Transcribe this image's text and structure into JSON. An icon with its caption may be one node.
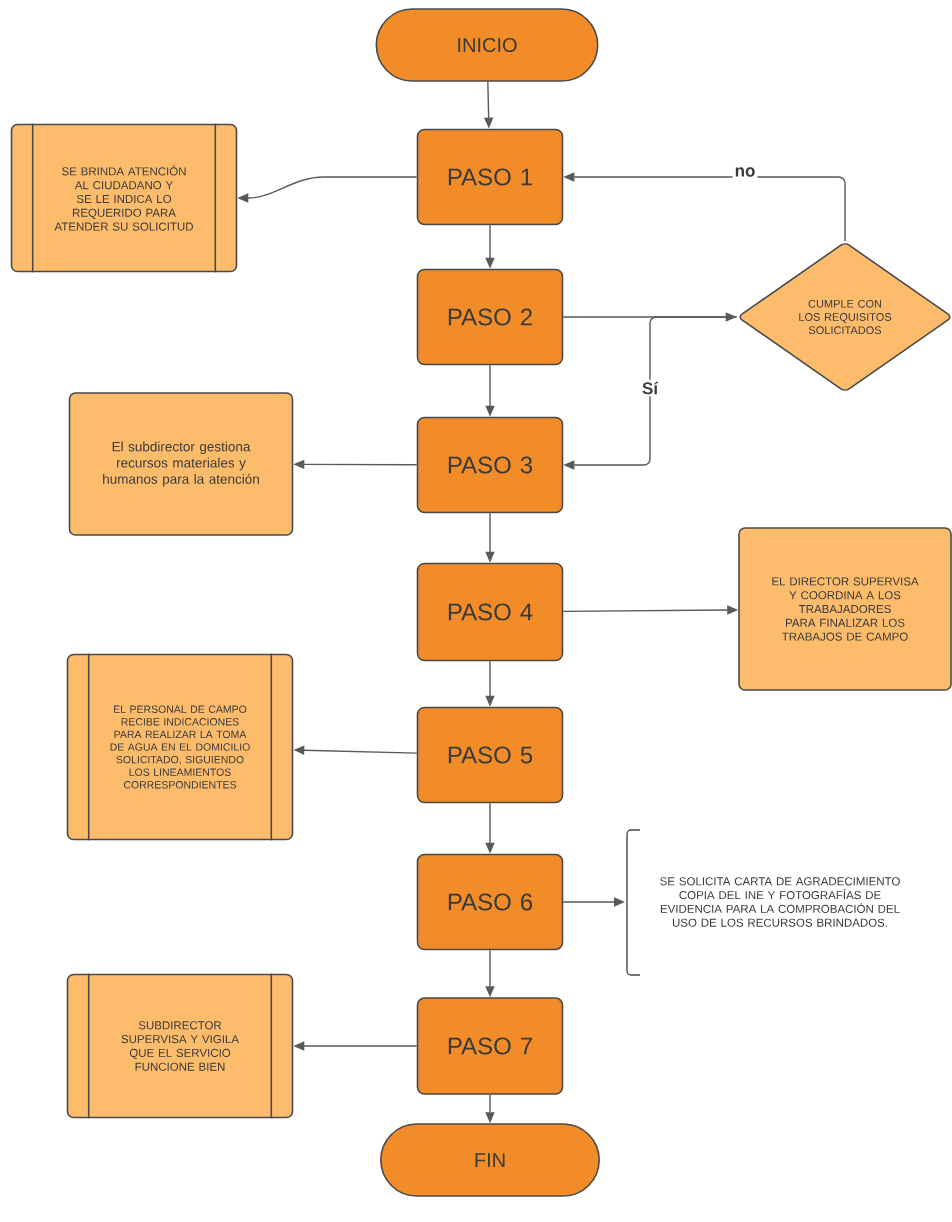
{
  "diagram": {
    "nodes": [
      {
        "text": [
          "INICIO"
        ]
      },
      {
        "text": [
          "SE BRINDA ATENCIÓN AL CIUDADANO Y SE LE INDICA LO REQUERIDO PARA ATENDER SU SOLICITUD"
        ]
      },
      {
        "text": [
          "PASO 1"
        ]
      },
      {
        "text": [
          "PASO 2"
        ]
      },
      {
        "text": [
          "CUMPLE CON LOS REQUISITOS SOLICITADOS"
        ]
      },
      {
        "text": [
          "El subdirector gestiona recursos materiales y humanos para la atención"
        ]
      },
      {
        "text": [
          "PASO 3"
        ]
      },
      {
        "text": [
          "PASO 4"
        ]
      },
      {
        "text": [
          "EL DIRECTOR SUPERVISA Y COORDINA A LOS TRABAJADORES PARA FINALIZAR LOS TRABAJOS DE CAMPO"
        ]
      },
      {
        "text": [
          "EL PERSONAL DE CAMPO RECIBE INDICACIONES PARA REALIZAR LA TOMA DE AGUA EN EL DOMICILIO SOLICITADO, SIGUIENDO LOS LINEAMIENTOS CORRESPONDIENTES"
        ]
      },
      {
        "text": [
          "PASO 5"
        ]
      },
      {
        "text": [
          "PASO 6"
        ]
      },
      {
        "text": [
          "SE SOLICITA CARTA DE AGRADECIMIENTO COPIA DEL INE Y FOTOGRAFÍAS DE EVIDENCIA PARA LA COMPROBACIÓN DEL USO DE LOS RECURSOS BRINDADOS."
        ]
      },
      {
        "text": [
          "SUBDIRECTOR SUPERVISA Y VIGILA QUE EL SERVICIO FUNCIONE BIEN"
        ]
      },
      {
        "text": [
          "PASO 7"
        ]
      },
      {
        "text": [
          "FIN"
        ]
      }
    ],
    "edges": [
      {
        "from": 0,
        "to": 2,
        "arrow": "to"
      },
      {
        "from": 2,
        "to": 1,
        "arrow": "to"
      },
      {
        "from": 2,
        "to": 3,
        "arrow": "to"
      },
      {
        "from": 3,
        "to": 4,
        "arrow": "to"
      },
      {
        "from": 4,
        "to": 2,
        "arrow": "to",
        "label": "no"
      },
      {
        "from": 4,
        "to": 6,
        "arrow": "to",
        "label": "Sí"
      },
      {
        "from": 3,
        "to": 6,
        "arrow": "to"
      },
      {
        "from": 6,
        "to": 5,
        "arrow": "to"
      },
      {
        "from": 6,
        "to": 7,
        "arrow": "to"
      },
      {
        "from": 7,
        "to": 8,
        "arrow": "to"
      },
      {
        "from": 7,
        "to": 10,
        "arrow": "to"
      },
      {
        "from": 10,
        "to": 9,
        "arrow": "to"
      },
      {
        "from": 10,
        "to": 11,
        "arrow": "to"
      },
      {
        "from": 11,
        "to": 12,
        "arrow": "to"
      },
      {
        "from": 11,
        "to": 14,
        "arrow": "to"
      },
      {
        "from": 14,
        "to": 13,
        "arrow": "to"
      },
      {
        "from": 14,
        "to": 15,
        "arrow": "to"
      }
    ]
  }
}
